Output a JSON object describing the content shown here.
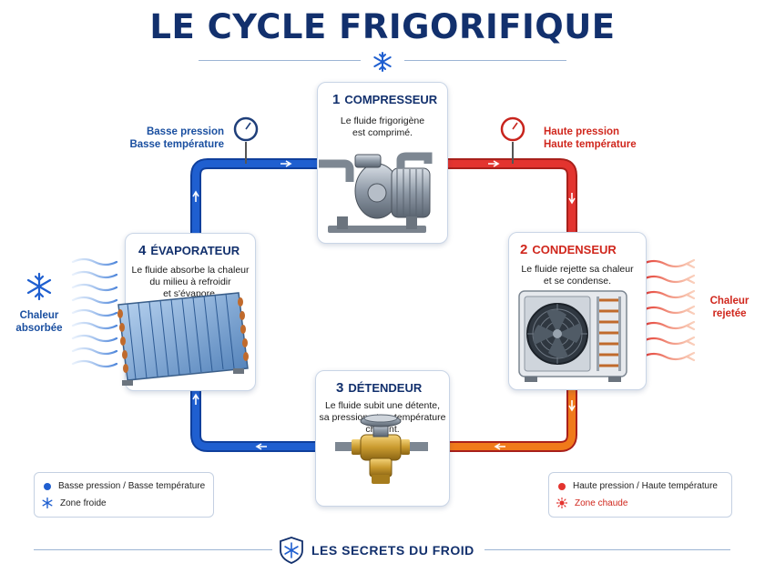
{
  "title": "LE CYCLE FRIGORIFIQUE",
  "steps": {
    "compressor": {
      "number": "1",
      "name": "COMPRESSEUR",
      "desc": [
        "Le fluide frigorigène",
        "est comprimé."
      ],
      "icon": "compressor-icon"
    },
    "condenser": {
      "number": "2",
      "name": "CONDENSEUR",
      "desc": [
        "Le fluide rejette sa chaleur",
        "et se condense."
      ],
      "icon": "condenser-unit-icon"
    },
    "expansion": {
      "number": "3",
      "name": "DÉTENDEUR",
      "desc": [
        "Le fluide subit une détente,",
        "sa pression et sa température",
        "chutent."
      ],
      "icon": "expansion-valve-icon"
    },
    "evaporator": {
      "number": "4",
      "name": "ÉVAPORATEUR",
      "desc": [
        "Le fluide absorbe la chaleur",
        "du milieu à refroidir",
        "et s'évapore."
      ],
      "icon": "evaporator-coil-icon"
    }
  },
  "pressure_labels": {
    "low": [
      "Basse pression",
      "Basse température"
    ],
    "high": [
      "Haute pression",
      "Haute température"
    ]
  },
  "heat_labels": {
    "absorbed": [
      "Chaleur",
      "absorbée"
    ],
    "rejected": [
      "Chaleur",
      "rejetée"
    ]
  },
  "legend_left": {
    "line": "Basse pression / Basse température",
    "zone": "Zone froide",
    "zone_icon": "snowflake-icon"
  },
  "legend_right": {
    "line": "Haute pression / Haute température",
    "zone": "Zone chaude",
    "zone_icon": "sun-icon"
  },
  "footer": "LES SECRETS DU FROID",
  "colors": {
    "cold": "#1f5fd0",
    "hot": "#e3342f",
    "warm": "#f07a1a",
    "navy": "#12306d"
  }
}
